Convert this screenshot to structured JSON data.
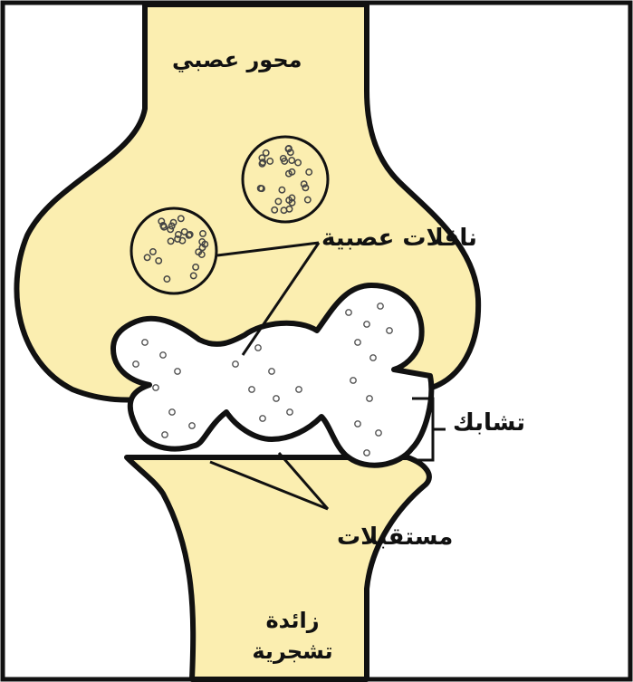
{
  "diagram": {
    "labels": {
      "axon": "محور عصبي",
      "neurotransmitters": "ناقلات عصبية",
      "synapse": "تشابك",
      "receptors": "مستقبلات",
      "dendrite_line1": "زائدة",
      "dendrite_line2": "تشجرية"
    },
    "colors": {
      "neuron_fill": "#fbeeb0",
      "outline": "#111111",
      "cleft_fill": "#ffffff",
      "background": "#ffffff"
    }
  }
}
